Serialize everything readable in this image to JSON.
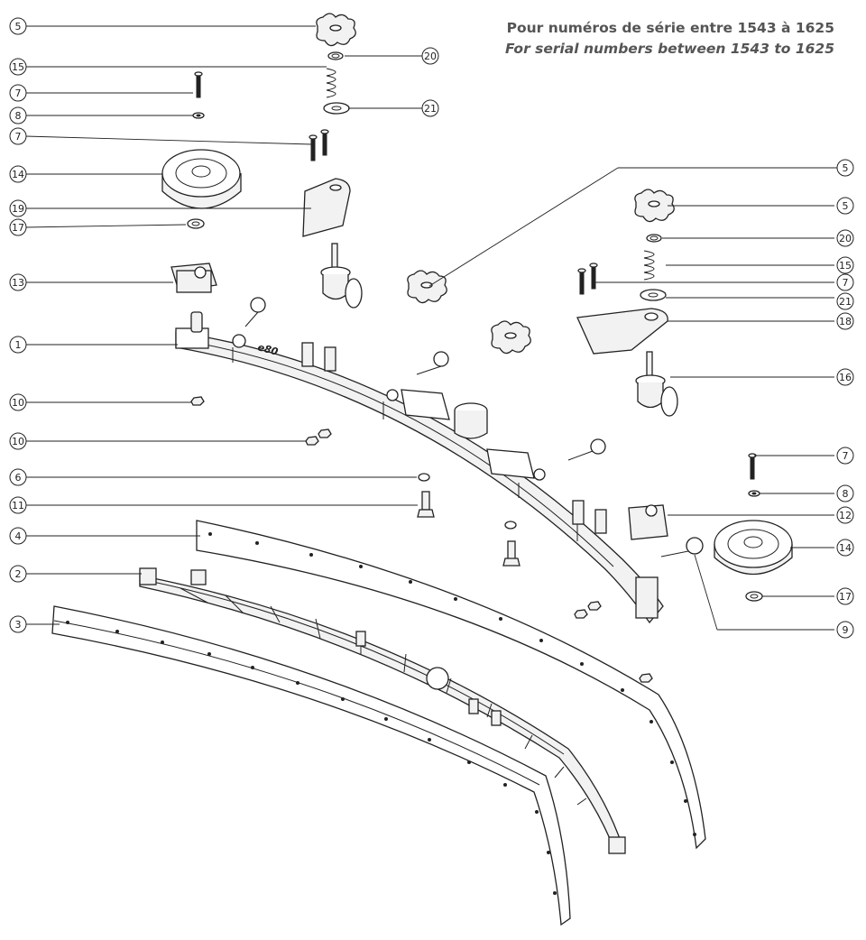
{
  "header": {
    "title_fr": "Pour numéros de série entre 1543 à 1625",
    "title_en": "For serial numbers between 1543 to 1625"
  },
  "part_text": "e80",
  "callouts": [
    {
      "id": "c-5a",
      "label": "5"
    },
    {
      "id": "c-15a",
      "label": "15"
    },
    {
      "id": "c-7a",
      "label": "7"
    },
    {
      "id": "c-8a",
      "label": "8"
    },
    {
      "id": "c-7b",
      "label": "7"
    },
    {
      "id": "c-14a",
      "label": "14"
    },
    {
      "id": "c-19",
      "label": "19"
    },
    {
      "id": "c-17a",
      "label": "17"
    },
    {
      "id": "c-13",
      "label": "13"
    },
    {
      "id": "c-1",
      "label": "1"
    },
    {
      "id": "c-10a",
      "label": "10"
    },
    {
      "id": "c-10b",
      "label": "10"
    },
    {
      "id": "c-6",
      "label": "6"
    },
    {
      "id": "c-11",
      "label": "11"
    },
    {
      "id": "c-4",
      "label": "4"
    },
    {
      "id": "c-2",
      "label": "2"
    },
    {
      "id": "c-3",
      "label": "3"
    },
    {
      "id": "c-20a",
      "label": "20"
    },
    {
      "id": "c-21a",
      "label": "21"
    },
    {
      "id": "c-5b",
      "label": "5"
    },
    {
      "id": "c-5c",
      "label": "5"
    },
    {
      "id": "c-20b",
      "label": "20"
    },
    {
      "id": "c-15b",
      "label": "15"
    },
    {
      "id": "c-7c",
      "label": "7"
    },
    {
      "id": "c-21b",
      "label": "21"
    },
    {
      "id": "c-18",
      "label": "18"
    },
    {
      "id": "c-16",
      "label": "16"
    },
    {
      "id": "c-7d",
      "label": "7"
    },
    {
      "id": "c-8b",
      "label": "8"
    },
    {
      "id": "c-12",
      "label": "12"
    },
    {
      "id": "c-14b",
      "label": "14"
    },
    {
      "id": "c-17b",
      "label": "17"
    },
    {
      "id": "c-9",
      "label": "9"
    }
  ]
}
